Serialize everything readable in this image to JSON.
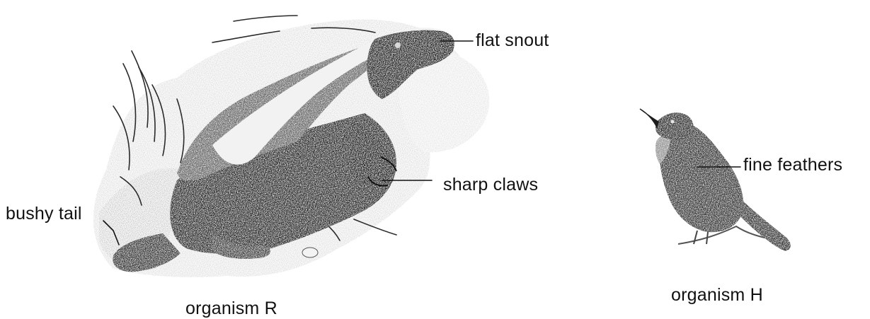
{
  "labels": {
    "flat_snout": "flat snout",
    "sharp_claws": "sharp claws",
    "bushy_tail": "bushy tail",
    "fine_feathers": "fine feathers"
  },
  "captions": {
    "organism_r": "organism R",
    "organism_h": "organism H"
  },
  "colors": {
    "ink": "#111111",
    "dark_fur": "#3a3a3a",
    "mid_fur": "#6e6e6e",
    "light_stripe": "#f4f4f4",
    "background": "#ffffff"
  }
}
